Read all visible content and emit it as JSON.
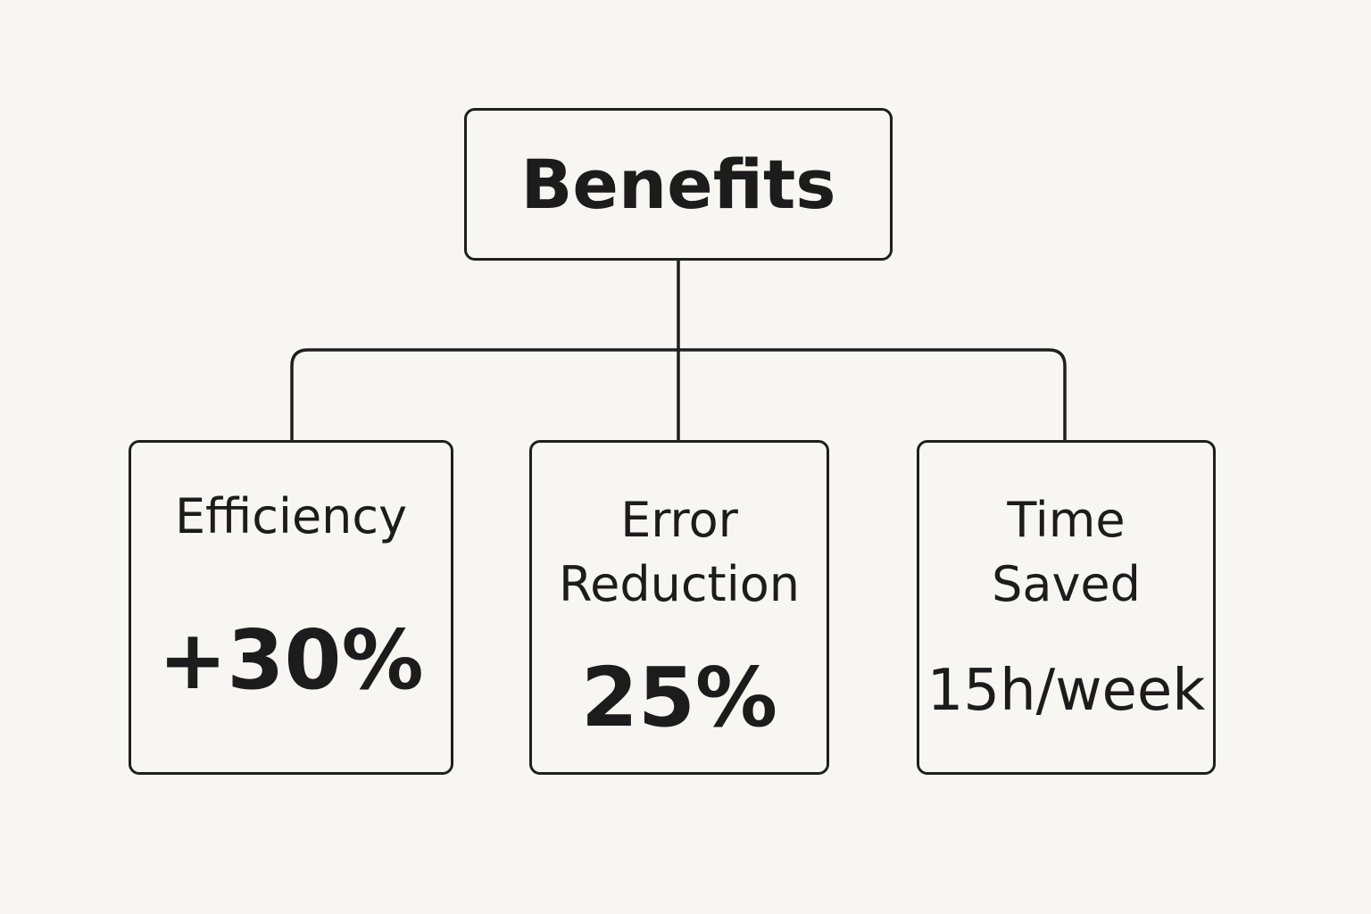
{
  "root": {
    "label": "Benefits"
  },
  "children": [
    {
      "label_lines": [
        "Efficiency"
      ],
      "value": "+30%"
    },
    {
      "label_lines": [
        "Error",
        "Reduction"
      ],
      "value": "25%"
    },
    {
      "label_lines": [
        "Time",
        "Saved"
      ],
      "value": "15h/week"
    }
  ],
  "colors": {
    "background": "#f7f6f2",
    "stroke": "#1f1f1f",
    "text": "#1c1c1c"
  }
}
